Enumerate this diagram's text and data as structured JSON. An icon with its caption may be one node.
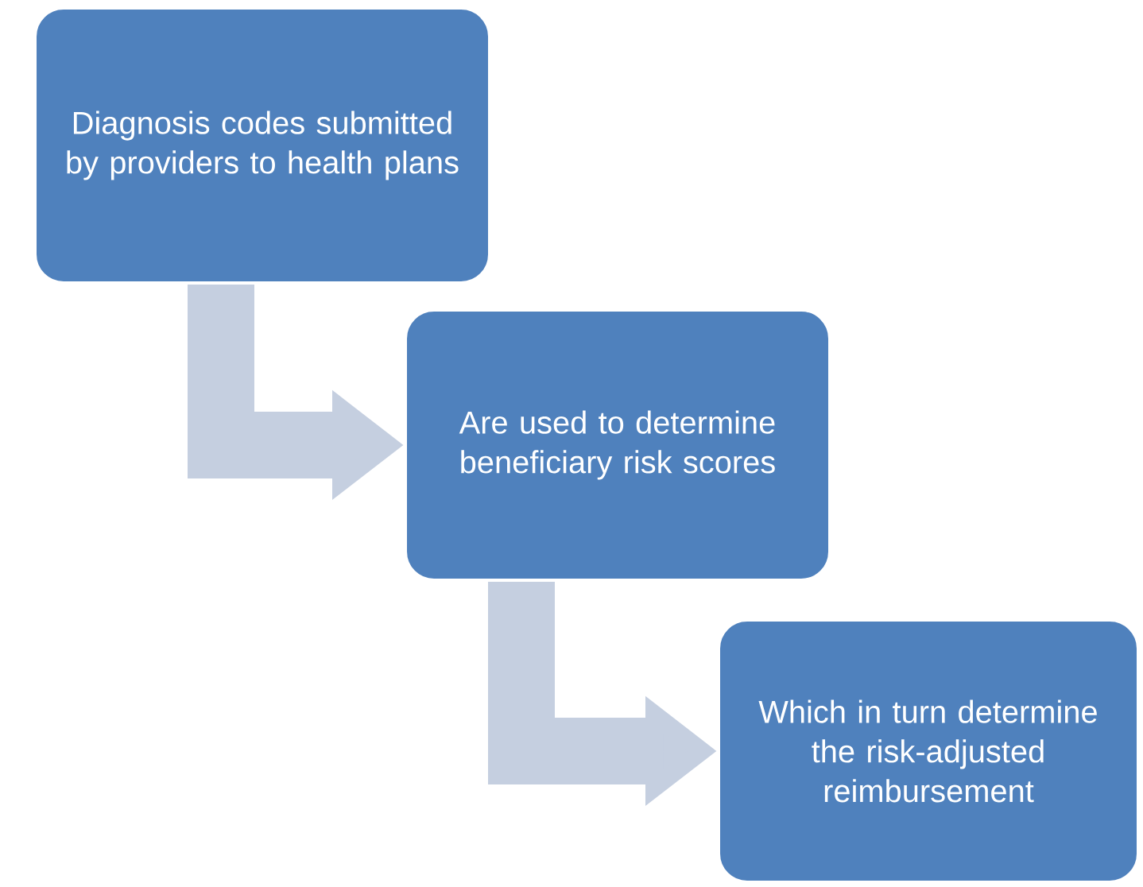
{
  "diagram": {
    "nodes": [
      {
        "text": [
          "Diagnosis codes submitted by providers to  health plans"
        ]
      },
      {
        "text": [
          "Are used to determine beneficiary risk scores"
        ]
      },
      {
        "text": [
          "Which in turn determine the risk-adjusted reimbursement"
        ]
      }
    ],
    "edges": [
      {
        "from": 0,
        "to": 1,
        "arrow": "to"
      },
      {
        "from": 1,
        "to": 2,
        "arrow": "to"
      }
    ]
  }
}
